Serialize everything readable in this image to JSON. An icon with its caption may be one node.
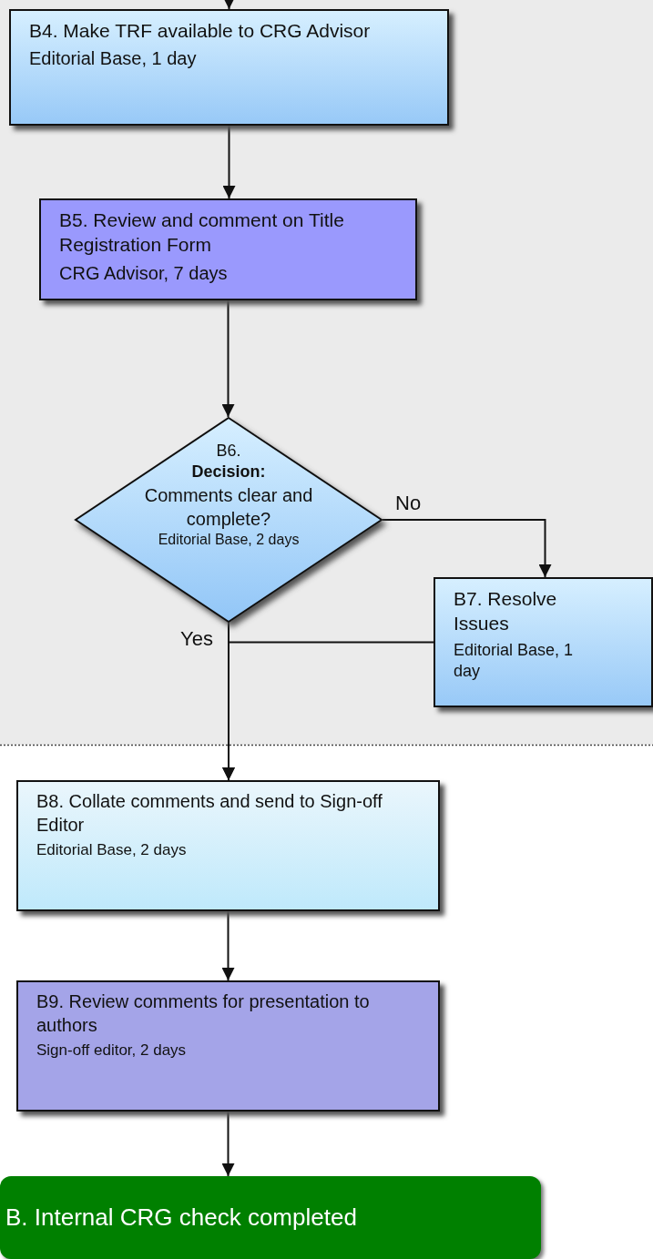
{
  "diagram": {
    "nodes": [
      {
        "text": [
          "B4. Make TRF available to CRG Advisor",
          "Editorial Base, 1 day"
        ]
      },
      {
        "text": [
          "B5. Review and comment on Title Registration Form",
          "CRG Advisor, 7 days"
        ]
      },
      {
        "text": [
          "B6.",
          "Decision:",
          "Comments clear and complete?",
          "Editorial Base, 2 days"
        ]
      },
      {
        "text": [
          "B7. Resolve Issues",
          "Editorial Base, 1 day"
        ]
      },
      {
        "text": [
          "B8. Collate comments and send to Sign-off Editor",
          "Editorial Base, 2 days"
        ]
      },
      {
        "text": [
          "B9. Review comments for presentation to authors",
          "Sign-off editor, 2 days"
        ]
      },
      {
        "text": [
          "B. Internal CRG check completed"
        ]
      }
    ],
    "edges": [
      {
        "from": null,
        "to": 0,
        "arrow": "to"
      },
      {
        "from": 0,
        "to": 1,
        "arrow": "to"
      },
      {
        "from": 1,
        "to": 2,
        "arrow": "to"
      },
      {
        "from": 2,
        "to": 3,
        "arrow": "to",
        "label": "No"
      },
      {
        "from": 2,
        "to": 4,
        "arrow": "to",
        "label": "Yes"
      },
      {
        "from": 3,
        "to": 4,
        "arrow": "to"
      },
      {
        "from": 4,
        "to": 5,
        "arrow": "to"
      },
      {
        "from": 5,
        "to": 6,
        "arrow": "to"
      }
    ]
  }
}
